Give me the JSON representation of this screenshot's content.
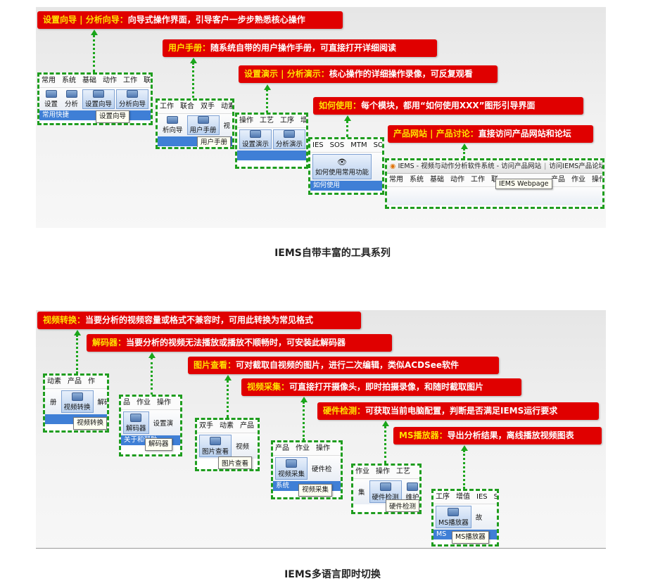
{
  "section1": {
    "caption": "IEMS自带丰富的工具系列",
    "banners": [
      {
        "title": "设置向导 | 分析向导：",
        "desc": "向导式操作界面，引导客户一步步熟悉核心操作"
      },
      {
        "title": "用户手册：",
        "desc": "随系统自带的用户操作手册，可直接打开详细阅读"
      },
      {
        "title": "设置演示 | 分析演示：",
        "desc": "核心操作的详细操作录像，可反复观看"
      },
      {
        "title": "如何使用：",
        "desc": "每个模块，都用“如何使用XXX”图形引导界面"
      },
      {
        "title": "产品网站 | 产品讨论：",
        "desc": "直接访问产品网站和论坛"
      }
    ],
    "snip1": {
      "menu": [
        "常用",
        "系统",
        "基础",
        "动作",
        "工作",
        "联"
      ],
      "buttons": [
        "设置",
        "分析",
        "设置向导",
        "分析向导"
      ],
      "group_left": "常用快捷",
      "group_right": "设置向导"
    },
    "snip2": {
      "menu": [
        "工作",
        "联合",
        "双手",
        "动素"
      ],
      "buttons": [
        "析向导",
        "用户手册",
        "视"
      ],
      "tooltip": "用户手册"
    },
    "snip3": {
      "menu": [
        "操作",
        "工艺",
        "工序",
        "增"
      ],
      "buttons": [
        "设置演示",
        "分析演示"
      ]
    },
    "snip4": {
      "menu": [
        "IES",
        "SOS",
        "MTM",
        "SOP"
      ],
      "buttons": [
        "如何使用常用功能"
      ],
      "group": "如何使用"
    },
    "snip5": {
      "title": "IEMS - 视频与动作分析软件系统 - 访问产品网站",
      "title2": "访问IEMS产品论坛",
      "menu": [
        "常用",
        "系统",
        "基础",
        "动作",
        "工作",
        "联",
        "产品",
        "作业",
        "操作"
      ],
      "tooltip": "IEMS Webpage"
    }
  },
  "section2": {
    "caption": "IEMS多语言即时切换",
    "banners": [
      {
        "title": "视频转换：",
        "desc": "当要分析的视频容量或格式不兼容时，可用此转换为常见格式"
      },
      {
        "title": "解码器：",
        "desc": "当要分析的视频无法播放或播放不顺畅时，可安装此解码器"
      },
      {
        "title": "图片查看：",
        "desc": "可对截取自视频的图片，进行二次编辑，类似ACDSee软件"
      },
      {
        "title": "视频采集：",
        "desc": "可直接打开摄像头，即时拍摄录像，和随时截取图片"
      },
      {
        "title": "硬件检测：",
        "desc": "可获取当前电脑配置，判断是否满足IEMS运行要求"
      },
      {
        "title": "MS播放器：",
        "desc": "导出分析结果，离线播放视频图表"
      }
    ],
    "snip1": {
      "menu": [
        "动素",
        "产品",
        "作"
      ],
      "buttons": [
        "册",
        "视频转换",
        "解码"
      ],
      "tooltip": "视频转换"
    },
    "snip2": {
      "menu": [
        "品",
        "作业",
        "操作"
      ],
      "buttons": [
        "解码器",
        "设置演"
      ],
      "group": "关于和帮助",
      "tooltip": "解码器"
    },
    "snip3": {
      "menu": [
        "双手",
        "动素",
        "产品"
      ],
      "buttons": [
        "图片查看",
        "视频"
      ],
      "tooltip": "图片查看"
    },
    "snip4": {
      "menu": [
        "产品",
        "作业",
        "操作"
      ],
      "buttons": [
        "视频采集",
        "硬件检"
      ],
      "group": "系统",
      "tooltip": "视频采集"
    },
    "snip5": {
      "menu": [
        "作业",
        "操作",
        "工艺"
      ],
      "buttons": [
        "集",
        "硬件检测",
        "维护"
      ],
      "tooltip": "硬件检测"
    },
    "snip6": {
      "menu": [
        "工序",
        "增值",
        "IES",
        "S"
      ],
      "buttons": [
        "MS播放器",
        "故"
      ],
      "group": "MS",
      "tooltip": "MS播放器"
    }
  }
}
